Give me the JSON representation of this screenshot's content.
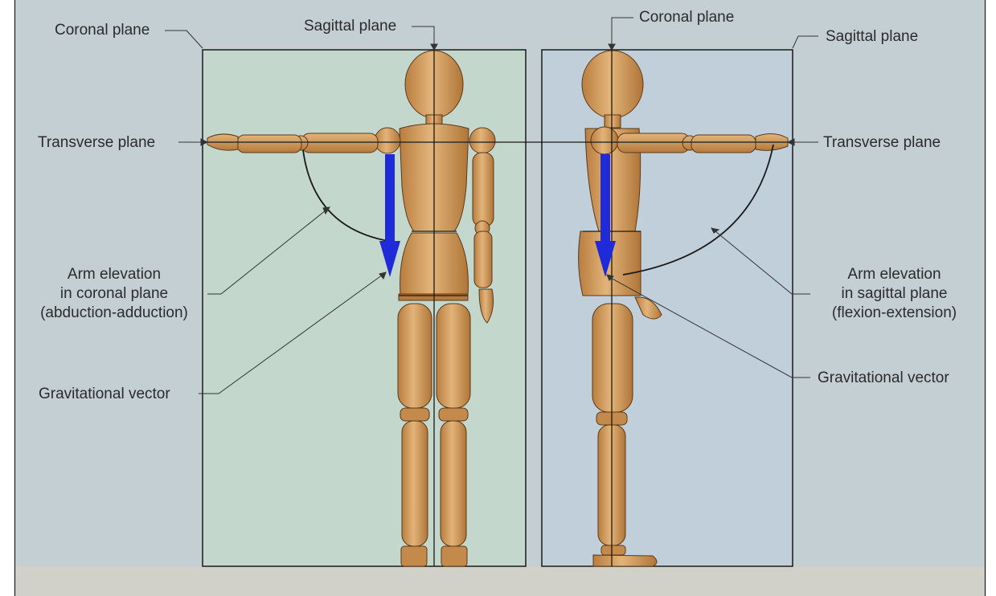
{
  "colors": {
    "background": "#c4cfd4",
    "floor": "#d2d1c9",
    "coronal_panel_fill": "#c3d7cd",
    "sagittal_panel_fill": "#c1cfdb",
    "wood": "#d7a463",
    "wood_dark": "#a8733a",
    "gravity_arrow": "#1f2bd8",
    "line": "#1a1a1a"
  },
  "labels": {
    "coronal_plane_left": "Coronal plane",
    "sagittal_plane_left": "Sagittal plane",
    "coronal_plane_right": "Coronal plane",
    "sagittal_plane_right": "Sagittal plane",
    "transverse_plane_left": "Transverse plane",
    "transverse_plane_right": "Transverse plane",
    "arm_elevation_coronal": {
      "line1": "Arm elevation",
      "line2": "in coronal plane",
      "line3": "(abduction-adduction)"
    },
    "arm_elevation_sagittal": {
      "line1": "Arm elevation",
      "line2": "in sagittal plane",
      "line3": "(flexion-extension)"
    },
    "gravitational_vector_left": "Gravitational vector",
    "gravitational_vector_right": "Gravitational vector"
  },
  "icons": {
    "front_view_figure": "wooden-mannequin-front-icon",
    "side_view_figure": "wooden-mannequin-side-icon",
    "gravity_arrow": "down-arrow-icon"
  }
}
